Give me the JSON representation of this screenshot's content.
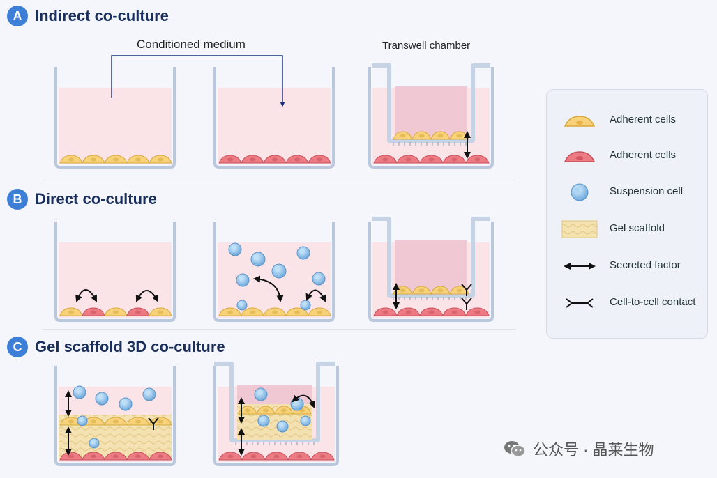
{
  "sections": {
    "a": {
      "letter": "A",
      "title": "Indirect co-culture"
    },
    "b": {
      "letter": "B",
      "title": "Direct co-culture"
    },
    "c": {
      "letter": "C",
      "title": "Gel scaffold 3D co-culture"
    }
  },
  "labels": {
    "conditioned_medium": "Conditioned medium",
    "transwell_chamber": "Transwell chamber"
  },
  "legend": [
    {
      "icon": "yellow-adherent-cell-icon",
      "label": "Adherent cells"
    },
    {
      "icon": "red-adherent-cell-icon",
      "label": "Adherent cells"
    },
    {
      "icon": "suspension-cell-icon",
      "label": "Suspension cell"
    },
    {
      "icon": "gel-scaffold-icon",
      "label": "Gel scaffold"
    },
    {
      "icon": "secreted-factor-arrow-icon",
      "label": "Secreted factor"
    },
    {
      "icon": "cell-contact-icon",
      "label": "Cell-to-cell contact"
    }
  ],
  "watermark": {
    "text": "公众号 · 晶莱生物",
    "icon": "wechat-icon"
  },
  "colors": {
    "accent": "#3d7fd6",
    "medium": "#fbe4e8",
    "insert_medium": "#eec4d2",
    "yellow_cell": "#f7d27a",
    "red_cell": "#ec7b84",
    "suspension_cell": "#8ec3ea",
    "gel": "#f4e2b0"
  }
}
